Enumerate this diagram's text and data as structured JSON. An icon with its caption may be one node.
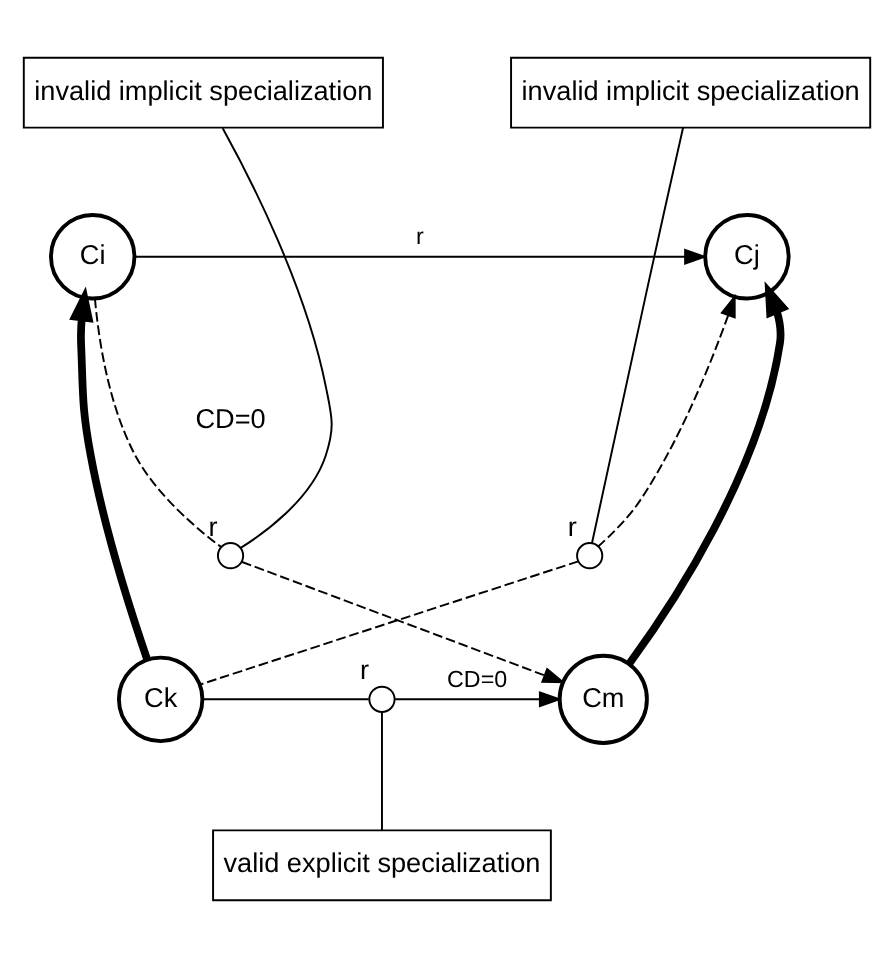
{
  "diagram": {
    "nodes": [
      {
        "text": [
          "invalid implicit specialization"
        ]
      },
      {
        "text": [
          "invalid implicit specialization"
        ]
      },
      {
        "text": [
          "Ci"
        ]
      },
      {
        "text": [
          "Cj"
        ]
      },
      {
        "text": [],
        "shape": "circle",
        "beside": [
          "r"
        ]
      },
      {
        "text": [],
        "shape": "circle",
        "beside": [
          "r"
        ]
      },
      {
        "text": [
          "Ck"
        ]
      },
      {
        "text": [],
        "shape": "circle",
        "beside": [
          "r"
        ]
      },
      {
        "text": [
          "Cm"
        ]
      },
      {
        "text": [
          "valid explicit specialization"
        ]
      }
    ],
    "edges": [
      {
        "from": 2,
        "to": 3,
        "arrow": "to",
        "label": "r"
      },
      {
        "from": 6,
        "to": 2,
        "arrow": "to",
        "style": "thick"
      },
      {
        "from": 8,
        "to": 3,
        "arrow": "to",
        "style": "thick"
      },
      {
        "from": 2,
        "to": 4,
        "arrow": "none",
        "style": "dashed"
      },
      {
        "from": 4,
        "to": 8,
        "arrow": "to",
        "style": "dashed"
      },
      {
        "from": 6,
        "to": 5,
        "arrow": "none",
        "style": "dashed"
      },
      {
        "from": 5,
        "to": 3,
        "arrow": "to",
        "style": "dashed"
      },
      {
        "from": 6,
        "to": 7,
        "arrow": "none"
      },
      {
        "from": 7,
        "to": 8,
        "arrow": "to",
        "label": "CD=0"
      },
      {
        "from": 0,
        "to": 4,
        "arrow": "none"
      },
      {
        "from": 1,
        "to": 5,
        "arrow": "none"
      },
      {
        "from": 9,
        "to": 7,
        "arrow": "none"
      }
    ],
    "labels": [
      "CD=0"
    ]
  }
}
